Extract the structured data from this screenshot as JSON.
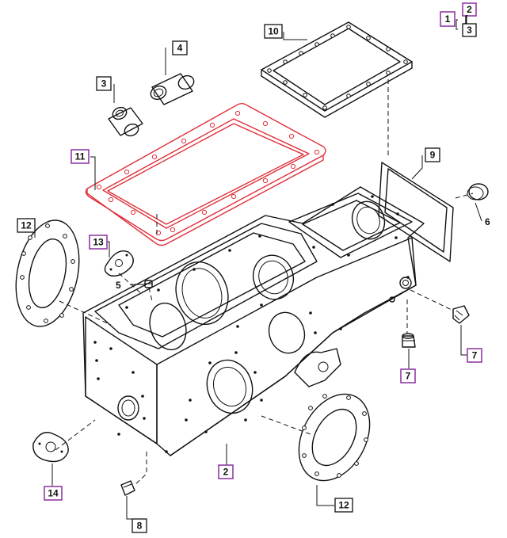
{
  "callouts": {
    "c1": "1",
    "c2_legend": "2",
    "c3_legend": "3",
    "c3": "3",
    "c4": "4",
    "c5": "5",
    "c6": "6",
    "c7a": "7",
    "c7b": "7",
    "c8": "8",
    "c9": "9",
    "c10": "10",
    "c11": "11",
    "c12a": "12",
    "c12b": "12",
    "c13": "13",
    "c14": "14",
    "c2": "2"
  },
  "colors": {
    "selected_part": "#e0303a",
    "highlight_callout": "#8a2ea0",
    "line": "#111111"
  },
  "selected_part_callout": "11"
}
